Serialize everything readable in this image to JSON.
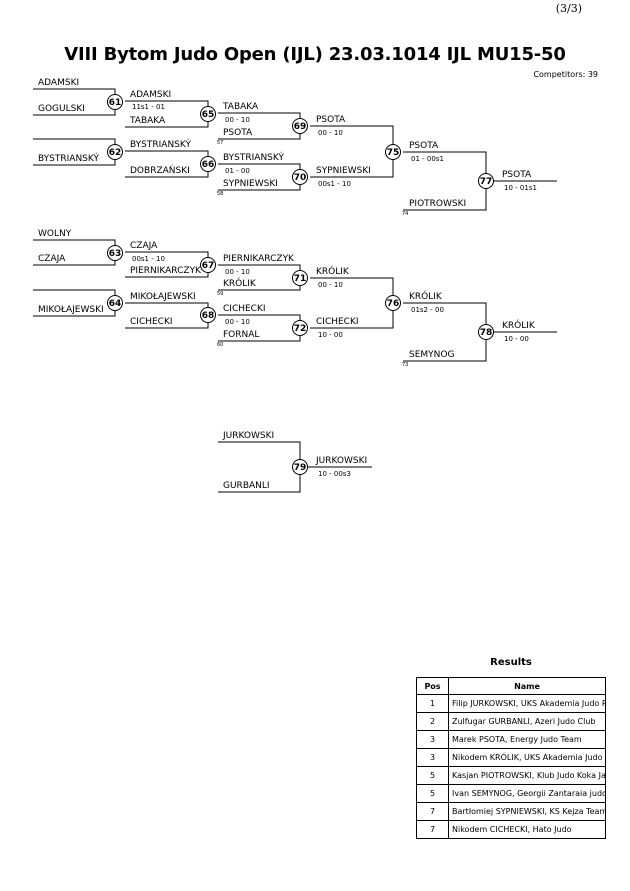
{
  "page": {
    "number": "(3/3)"
  },
  "header": {
    "title": "VIII Bytom Judo Open (IJL)  23.03.1014  IJL   MU15-50",
    "competitors": "Competitors: 39"
  },
  "bracket_a": {
    "r1": [
      "ADAMSKI",
      "GOGULSKI",
      "BYSTRIANSKÝ"
    ],
    "m61": {
      "no": "61",
      "winner": "ADAMSKI",
      "score": "11s1 - 01",
      "opponent": "TABAKA"
    },
    "m62": {
      "no": "62",
      "winner": "BYSTRIANSKÝ",
      "opponent": "DOBRZAŃSKI"
    },
    "m65": {
      "no": "65",
      "winner": "TABAKA",
      "score": "00 - 10",
      "opponent": "PSOTA",
      "ref": "57"
    },
    "m66": {
      "no": "66",
      "winner": "BYSTRIANSKÝ",
      "score": "01 - 00",
      "opponent": "SYPNIEWSKI",
      "ref": "58"
    },
    "m69": {
      "no": "69",
      "winner": "PSOTA",
      "score": "00 - 10"
    },
    "m70": {
      "no": "70",
      "winner": "SYPNIEWSKI",
      "score": "00s1 - 10"
    },
    "m75": {
      "no": "75",
      "winner": "PSOTA",
      "score": "01 - 00s1",
      "opponent": "PIOTROWSKI",
      "ref": "74"
    },
    "m77": {
      "no": "77",
      "winner": "PSOTA",
      "score": "10 - 01s1"
    }
  },
  "bracket_b": {
    "r1": [
      "WOLNY",
      "CZAJA",
      "MIKOŁAJEWSKI"
    ],
    "m63": {
      "no": "63",
      "winner": "CZAJA",
      "score": "00s1 - 10",
      "opponent": "PIERNIKARCZYK"
    },
    "m64": {
      "no": "64",
      "winner": "MIKOŁAJEWSKI",
      "opponent": "CICHECKI"
    },
    "m67": {
      "no": "67",
      "winner": "PIERNIKARCZYK",
      "score": "00 - 10",
      "opponent": "KRÓLIK",
      "ref": "59"
    },
    "m68": {
      "no": "68",
      "winner": "CICHECKI",
      "score": "00 - 10",
      "opponent": "FORNAL",
      "ref": "60"
    },
    "m71": {
      "no": "71",
      "winner": "KRÓLIK",
      "score": "00 - 10"
    },
    "m72": {
      "no": "72",
      "winner": "CICHECKI",
      "score": "10 - 00"
    },
    "m76": {
      "no": "76",
      "winner": "KRÓLIK",
      "score": "01s2 - 00",
      "opponent": "SEMYNOG",
      "ref": "73"
    },
    "m78": {
      "no": "78",
      "winner": "KRÓLIK",
      "score": "10 - 00"
    }
  },
  "final": {
    "m79": {
      "no": "79",
      "top": "JURKOWSKI",
      "bottom": "GURBANLI",
      "winner": "JURKOWSKI",
      "score": "10 - 00s3"
    }
  },
  "results": {
    "title": "Results",
    "headers": [
      "Pos",
      "Name"
    ],
    "rows": [
      {
        "pos": "1",
        "name": "Filip JURKOWSKI, UKS Akademia Judo Rzeszów"
      },
      {
        "pos": "2",
        "name": "Zulfugar GURBANLI, Azeri Judo Club"
      },
      {
        "pos": "3",
        "name": "Marek PSOTA, Energy Judo Team"
      },
      {
        "pos": "3",
        "name": "Nikodem KRÓLIK, UKS Akademia Judo Dragon"
      },
      {
        "pos": "5",
        "name": "Kasjan PIOTROWSKI, Klub Judo Koka Jastrzębie"
      },
      {
        "pos": "5",
        "name": "Ivan SEMYNOG, Georgii Zantaraia judo school"
      },
      {
        "pos": "7",
        "name": "Bartłomiej SYPNIEWSKI, KS Kejza Team Rybnik"
      },
      {
        "pos": "7",
        "name": "Nikodem CICHECKI, Hato Judo"
      }
    ]
  }
}
